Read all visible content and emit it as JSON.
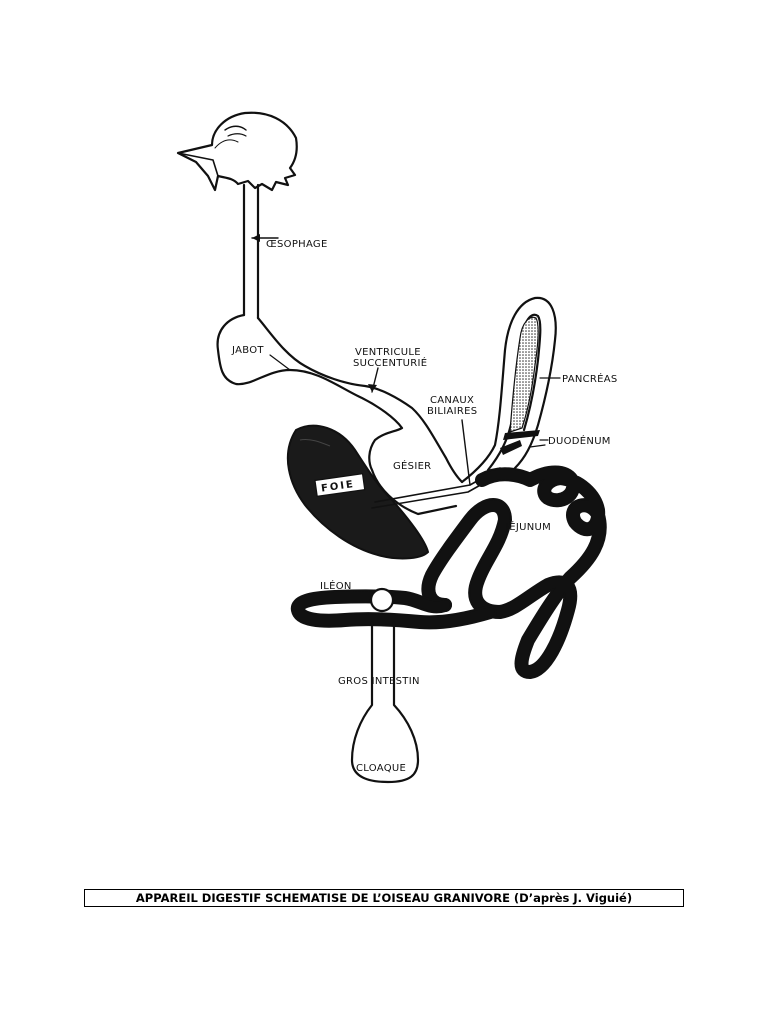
{
  "labels": {
    "oesophage": "ŒSOPHAGE",
    "jabot": "JABOT",
    "ventricule_1": "VENTRICULE",
    "ventricule_2": "SUCCENTURIÉ",
    "canaux_1": "CANAUX",
    "canaux_2": "BILIAIRES",
    "pancreas": "PANCRÉAS",
    "duodenum": "DUODÉNUM",
    "gesier": "GÉSIER",
    "foie": "FOIE",
    "jejunum": "JÉJUNUM",
    "ileon": "ILÉON",
    "gros_intestin": "GROS INTESTIN",
    "cloaque": "CLOAQUE"
  },
  "caption": "APPAREIL DIGESTIF SCHEMATISE DE L’OISEAU GRANIVORE (D’après J. Viguié)"
}
